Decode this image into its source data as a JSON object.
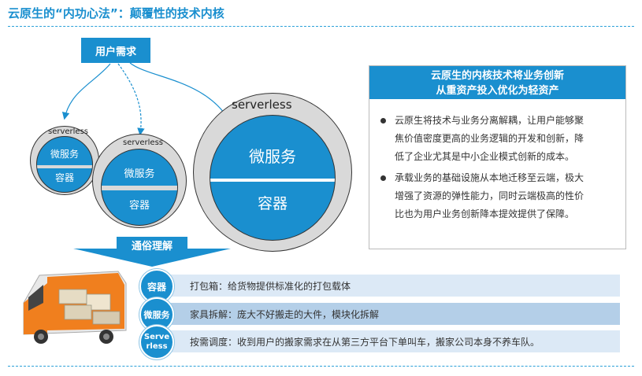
{
  "title": "云原生的“内功心法”：颠覆性的技术内核",
  "user_need": "用户需求",
  "circles": [
    {
      "label": "serverless",
      "top": "微服务",
      "bottom": "容器"
    },
    {
      "label": "serverless",
      "top": "微服务",
      "bottom": "容器"
    },
    {
      "label": "serverless",
      "top": "微服务",
      "bottom": "容器"
    }
  ],
  "panel": {
    "heading_line1": "云原生的内核技术将业务创新",
    "heading_line2": "从重资产投入优化为轻资产",
    "bullets": [
      [
        "云原生将技术与业务分离解耦，让用户能够聚",
        "焦价值密度更高的业务逻辑的开发和创新，降",
        "低了企业尤其是中小企业模式创新的成本。"
      ],
      [
        "承载业务的基础设施从本地迁移至云端，极大",
        "增强了资源的弹性能力，同时云端极高的性价",
        "比也为用户业务创新降本提效提供了保障。"
      ]
    ]
  },
  "banner": "通俗理解",
  "analogies": [
    {
      "badge": "容器",
      "text": "打包箱：给货物提供标准化的打包载体"
    },
    {
      "badge": "微服务",
      "text": "家具拆解：庞大不好搬走的大件，模块化拆解"
    },
    {
      "badge_line1": "Serve",
      "badge_line2": "rless",
      "text": "按需调度：收到用户的搬家需求在从第三方平台下单叫车，搬家公司本身不养车队。"
    }
  ],
  "colors": {
    "accent": "#1a8fcf",
    "ring": "#d9d9d9",
    "row_light": "#dce9f6",
    "row_mid": "#b4cfe8",
    "van_orange": "#f07f1e"
  }
}
